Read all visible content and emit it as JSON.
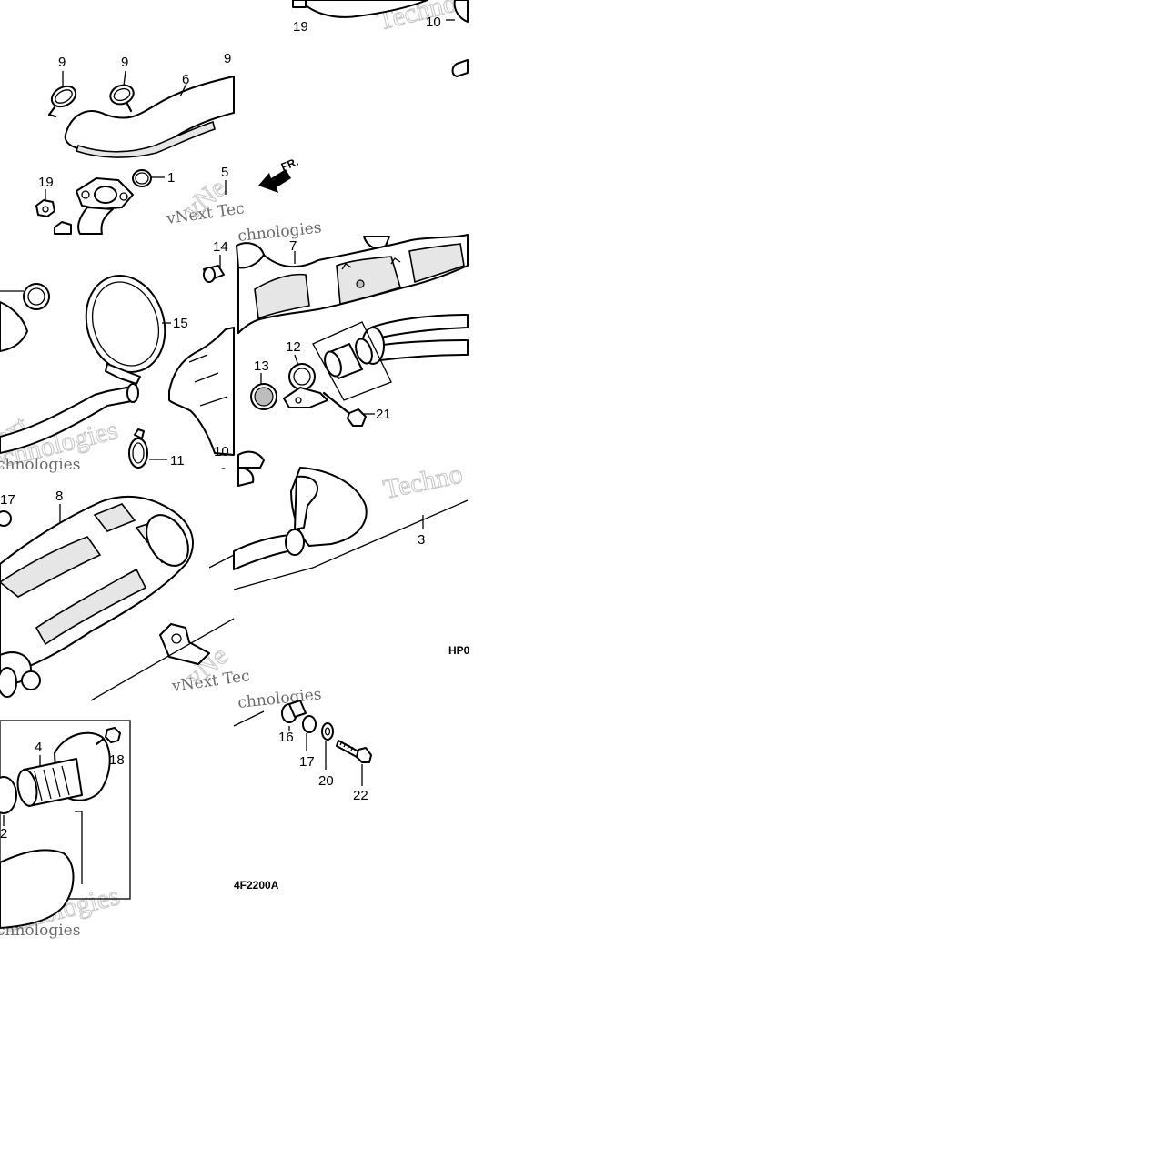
{
  "diagram": {
    "part_labels": {
      "p9a": "9",
      "p9b": "9",
      "p9c": "9",
      "p6": "6",
      "p19a": "19",
      "p19b": "19",
      "p1": "1",
      "p5": "5",
      "p10a": "10",
      "p10b": "10",
      "p14": "14",
      "p7": "7",
      "p15": "15",
      "p12": "12",
      "p13": "13",
      "p21": "21",
      "p11": "11",
      "p17a": "17",
      "p8": "8",
      "p3": "3",
      "p4": "4",
      "p18": "18",
      "p2": "2",
      "p16": "16",
      "p17b": "17",
      "p20": "20",
      "p22": "22",
      "pdash": "-"
    },
    "direction_label": "FR.",
    "drawing_codes": {
      "left": "HP0",
      "bottom": "4F2200A"
    },
    "watermarks": {
      "w1": "Techno",
      "w2": "vNext Tec",
      "w3": "vNe",
      "w4": "chnologies",
      "w5": "ext",
      "w6": "echnologies",
      "w7": "chnologies",
      "w8": "Techno",
      "w9": "vNext Tec",
      "w10": "vNe",
      "w11": "chnologies",
      "w12": "ext",
      "w13": "echnologies",
      "w14": "chnologies"
    }
  }
}
